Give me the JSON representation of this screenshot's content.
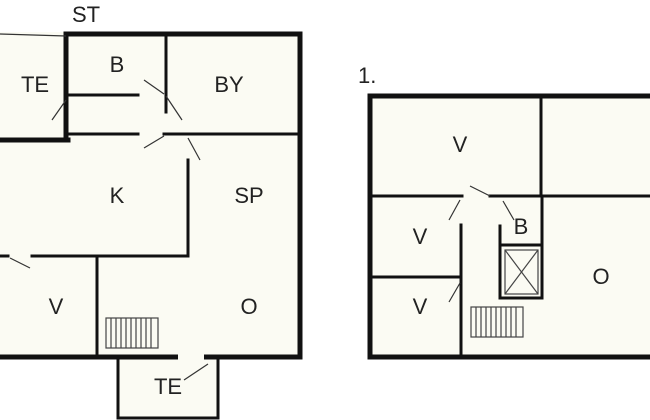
{
  "ground_floor": {
    "labels": {
      "st": "ST",
      "te_left": "TE",
      "b": "B",
      "by": "BY",
      "k": "K",
      "sp": "SP",
      "v": "V",
      "o": "O",
      "te_bottom": "TE"
    }
  },
  "first_floor": {
    "heading": "1.",
    "labels": {
      "v_top": "V",
      "v_mid": "V",
      "b": "B",
      "v_bottom": "V",
      "o": "O"
    }
  }
}
